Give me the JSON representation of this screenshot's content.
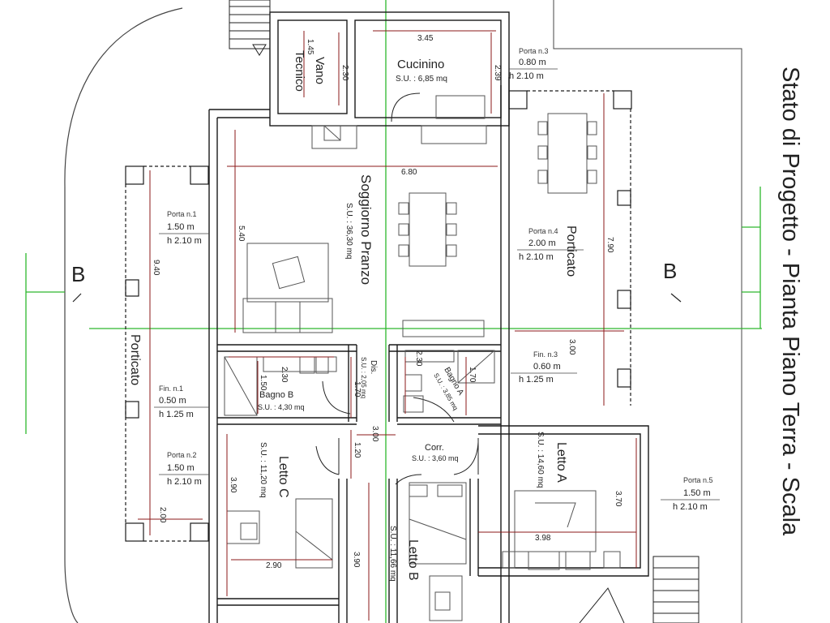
{
  "title": "Stato di Progetto - Pianta Piano Terra - Scala",
  "section_marks": {
    "left": "B",
    "right": "B"
  },
  "rooms": {
    "cucinino": {
      "name": "Cucinino",
      "area": "S.U. : 6,85 mq"
    },
    "vano_tecnico": {
      "name1": "Vano",
      "name2": "Tecnico"
    },
    "soggiorno": {
      "name": "Soggiorno Pranzo",
      "area": "S.U. : 36,30 mq"
    },
    "porticato_right": {
      "name": "Porticato"
    },
    "porticato_left": {
      "name": "Porticato"
    },
    "bagno_b": {
      "name": "Bagno B",
      "area": "S.U. : 4,30 mq"
    },
    "dis": {
      "name": "Dis.",
      "area": "S.U. : 2,05 mq"
    },
    "bagno_a": {
      "name": "Bagno A",
      "area": "S.U. : 3,85 mq"
    },
    "corr": {
      "name": "Corr.",
      "area": "S.U. : 3,60 mq"
    },
    "letto_c": {
      "name": "Letto C",
      "area": "S.U. : 11,20 mq"
    },
    "letto_b": {
      "name": "Letto B",
      "area": "S.U. : 11,66 mq"
    },
    "letto_a": {
      "name": "Letto A",
      "area": "S.U. : 14,60 mq"
    }
  },
  "openings": {
    "porta3": {
      "name": "Porta n.3",
      "w": "0.80 m",
      "h": "h 2.10 m"
    },
    "porta1": {
      "name": "Porta n.1",
      "w": "1.50 m",
      "h": "h 2.10 m"
    },
    "porta4": {
      "name": "Porta n.4",
      "w": "2.00 m",
      "h": "h 2.10 m"
    },
    "fin3": {
      "name": "Fin. n.3",
      "w": "0.60 m",
      "h": "h 1.25 m"
    },
    "fin1": {
      "name": "Fin. n.1",
      "w": "0.50 m",
      "h": "h 1.25 m"
    },
    "porta2": {
      "name": "Porta n.2",
      "w": "1.50 m",
      "h": "h 2.10 m"
    },
    "porta5": {
      "name": "Porta n.5",
      "w": "1.50 m",
      "h": "h 2.10 m"
    }
  },
  "dimensions": {
    "d_145": "1.45",
    "d_230a": "2.30",
    "d_345": "3.45",
    "d_239": "2.39",
    "d_680": "6.80",
    "d_540": "5.40",
    "d_940": "9.40",
    "d_790": "7.90",
    "d_300a": "3.00",
    "d_230b": "2.30",
    "d_150": "1.50",
    "d_230c": "2.30",
    "d_170a": "1.70",
    "d_170b": "1.70",
    "d_300b": "3.00",
    "d_120": "1.20",
    "d_390a": "3.90",
    "d_200": "2.00",
    "d_370": "3.70",
    "d_398": "3.98",
    "d_290": "2.90",
    "d_390b": "3.90"
  },
  "colors": {
    "wall": "#1a1a1a",
    "dimension": "#8b1a1a",
    "axis": "#2db82d",
    "furniture": "#555555"
  }
}
